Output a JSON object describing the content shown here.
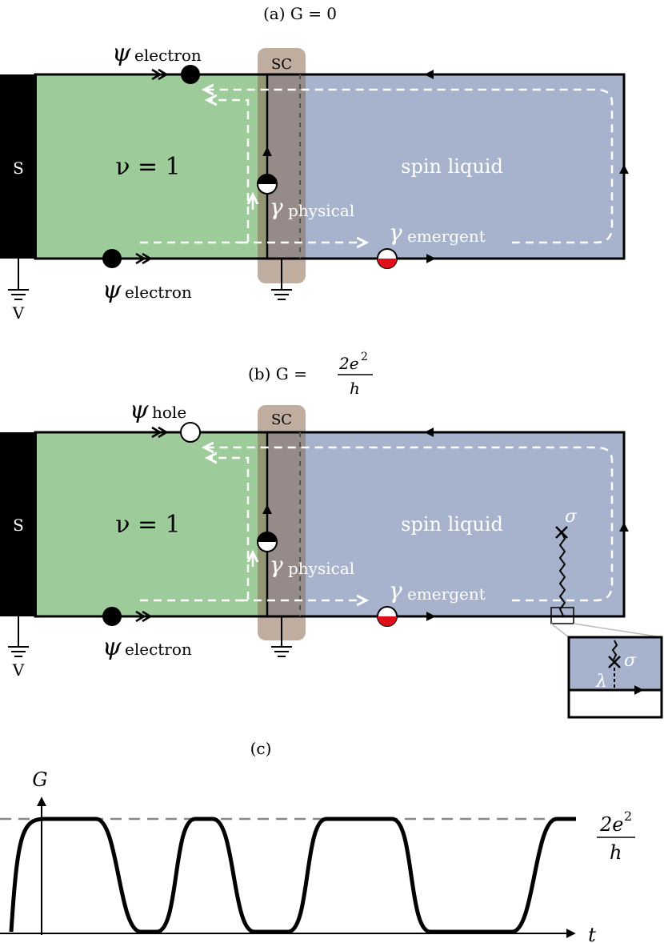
{
  "panel_a": {
    "title": "(a) G = 0",
    "source_label": "S",
    "voltage_label": "V",
    "sc_label": "SC",
    "nu_label": "ν = 1",
    "region_label": "spin liquid",
    "psi_top_label": "ψ",
    "psi_top_sub": "electron",
    "psi_bottom_label": "ψ",
    "psi_bottom_sub": "electron",
    "gamma_physical": "γ",
    "gamma_physical_sub": "physical",
    "gamma_emergent": "γ",
    "gamma_emergent_sub": "emergent"
  },
  "panel_b": {
    "title_prefix": "(b) G =",
    "title_num": "2e",
    "title_sup": "2",
    "title_den": "h",
    "source_label": "S",
    "voltage_label": "V",
    "sc_label": "SC",
    "nu_label": "ν = 1",
    "region_label": "spin liquid",
    "psi_top_label": "ψ",
    "psi_top_sub": "hole",
    "psi_bottom_label": "ψ",
    "psi_bottom_sub": "electron",
    "gamma_physical": "γ",
    "gamma_physical_sub": "physical",
    "gamma_emergent": "γ",
    "gamma_emergent_sub": "emergent",
    "sigma": "σ",
    "inset_sigma": "σ",
    "inset_lambda": "λ"
  },
  "panel_c": {
    "title": "(c)",
    "y_axis": "G",
    "x_axis": "t",
    "level_num": "2e",
    "level_sup": "2",
    "level_den": "h"
  },
  "colors": {
    "green_region": "#9dcc9a",
    "spin_liquid": "#a7b3cc",
    "sc_bar": "#b8a090",
    "emergent_red": "#e0101a",
    "dashed_white": "#ffffff",
    "level_gray": "#888888"
  }
}
